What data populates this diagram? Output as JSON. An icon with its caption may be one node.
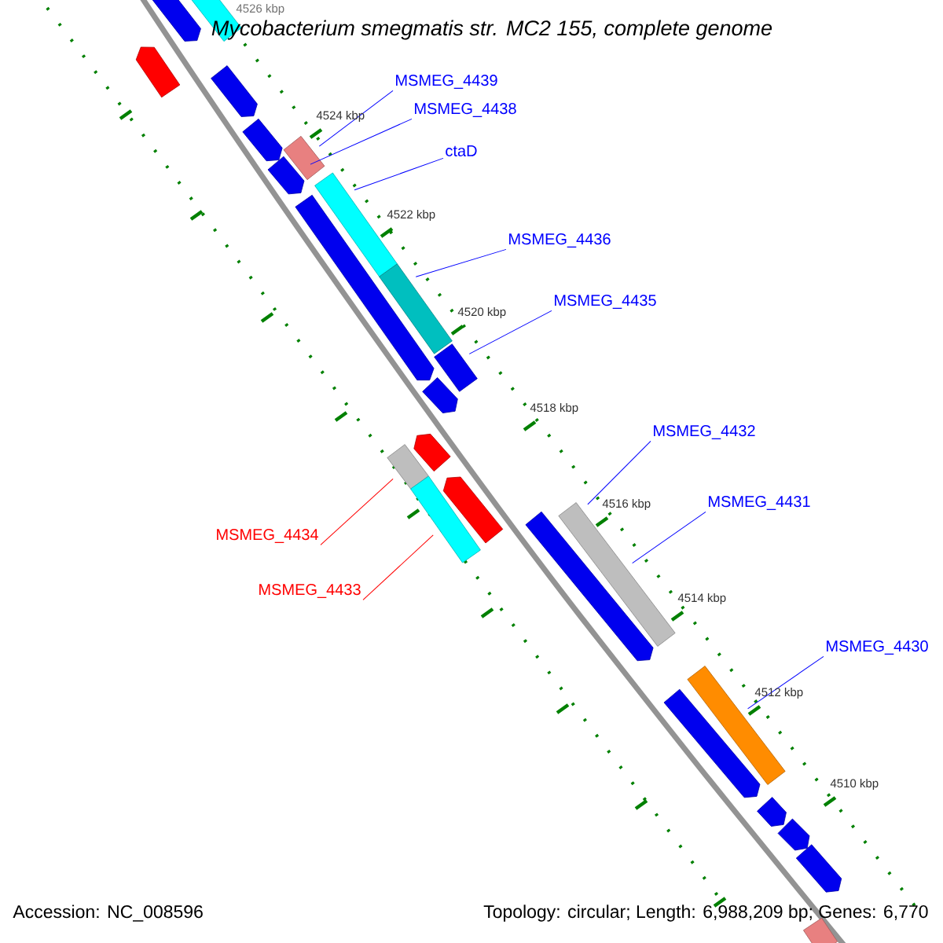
{
  "diagram": {
    "title": "Mycobacterium smegmatis str. MC2 155, complete genome",
    "nodes": [
      {
        "text": [
          "MSMEG_4439"
        ]
      },
      {
        "text": [
          "MSMEG_4438"
        ]
      },
      {
        "text": [
          "ctaD"
        ]
      },
      {
        "text": [
          "MSMEG_4436"
        ]
      },
      {
        "text": [
          "MSMEG_4435"
        ]
      },
      {
        "text": [
          "MSMEG_4432"
        ]
      },
      {
        "text": [
          "MSMEG_4431"
        ]
      },
      {
        "text": [
          "MSMEG_4430"
        ]
      },
      {
        "text": [
          "MSMEG_4434"
        ]
      },
      {
        "text": [
          "MSMEG_4433"
        ]
      },
      {
        "text": [],
        "shape": "pentagon"
      },
      {
        "text": [],
        "shape": "bar"
      },
      {
        "text": [],
        "shape": "pentagon"
      },
      {
        "text": [],
        "shape": "pentagon"
      },
      {
        "text": [],
        "shape": "pentagon"
      },
      {
        "text": [],
        "shape": "bar"
      },
      {
        "text": [],
        "shape": "pentagon"
      },
      {
        "text": [],
        "shape": "bar"
      },
      {
        "text": [],
        "shape": "pentagon"
      },
      {
        "text": [],
        "shape": "bar"
      },
      {
        "text": [],
        "shape": "bar"
      },
      {
        "text": [],
        "shape": "pentagon"
      },
      {
        "text": [],
        "shape": "pentagon"
      },
      {
        "text": [],
        "shape": "bar"
      },
      {
        "text": [],
        "shape": "pentagon"
      },
      {
        "text": [],
        "shape": "bar"
      },
      {
        "text": [],
        "shape": "bar"
      },
      {
        "text": [],
        "shape": "pentagon"
      },
      {
        "text": [],
        "shape": "bar"
      },
      {
        "text": [],
        "shape": "pentagon"
      },
      {
        "text": [],
        "shape": "pentagon"
      },
      {
        "text": [],
        "shape": "pentagon"
      },
      {
        "text": [],
        "shape": "pentagon"
      },
      {
        "text": [],
        "shape": "bar"
      }
    ],
    "edges": [
      {
        "from": 0,
        "to": 15,
        "arrow": "none"
      },
      {
        "from": 1,
        "to": 16,
        "arrow": "none"
      },
      {
        "from": 2,
        "to": 17,
        "arrow": "none"
      },
      {
        "from": 3,
        "to": 19,
        "arrow": "none"
      },
      {
        "from": 4,
        "to": 20,
        "arrow": "none"
      },
      {
        "from": 5,
        "to": 26,
        "arrow": "none"
      },
      {
        "from": 6,
        "to": 26,
        "arrow": "none"
      },
      {
        "from": 7,
        "to": 28,
        "arrow": "none"
      },
      {
        "from": 8,
        "to": 23,
        "arrow": "none",
        "color": "#ff0000"
      },
      {
        "from": 9,
        "to": 25,
        "arrow": "none",
        "color": "#ff0000"
      }
    ],
    "labels": [
      "4526 kbp",
      "4524 kbp",
      "4522 kbp",
      "4520 kbp",
      "4518 kbp",
      "4516 kbp",
      "4514 kbp",
      "4512 kbp",
      "4510 kbp",
      "Accession: NC_008596",
      "Topology: circular; Length: 6,988,209 bp; Genes: 6,770"
    ]
  }
}
